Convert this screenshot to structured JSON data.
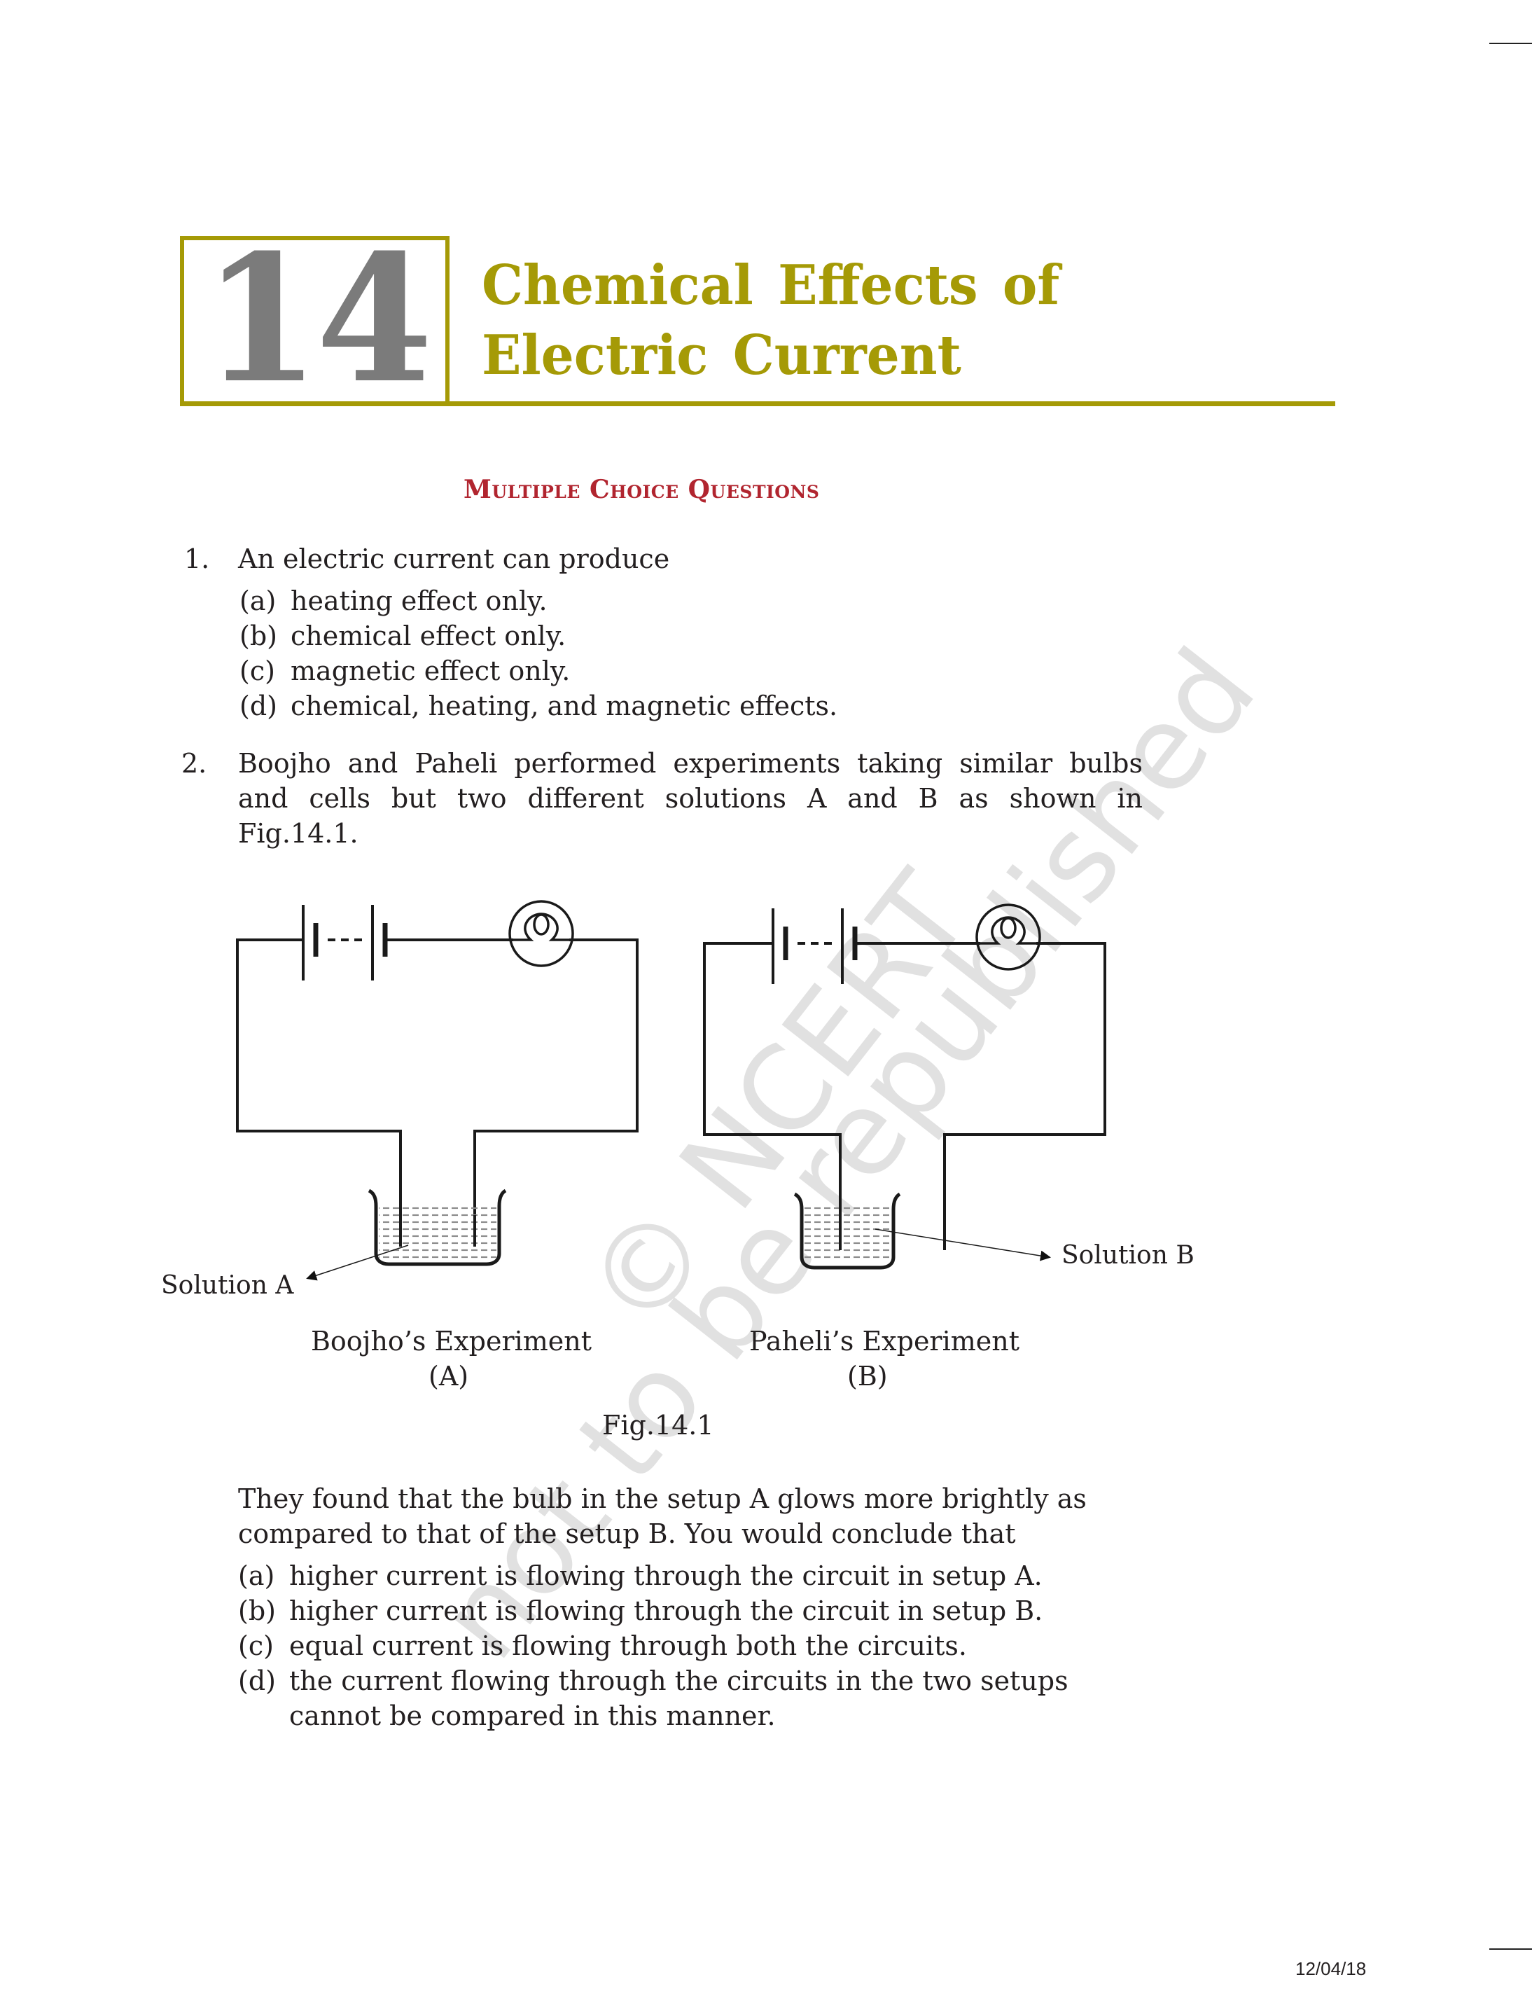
{
  "chapter": {
    "number": "14",
    "title_line1": "Chemical Effects of",
    "title_line2": "Electric Current",
    "accent_color": "#a59a06",
    "number_color": "#7b7b7b"
  },
  "section": {
    "heading": "Multiple Choice Questions",
    "heading_color": "#b1252f"
  },
  "questions": [
    {
      "number": "1.",
      "stem": "An electric current can produce",
      "options": [
        {
          "label": "(a)",
          "text": "heating effect only."
        },
        {
          "label": "(b)",
          "text": "chemical effect only."
        },
        {
          "label": "(c)",
          "text": "magnetic effect only."
        },
        {
          "label": "(d)",
          "text": "chemical, heating, and magnetic effects."
        }
      ]
    },
    {
      "number": "2.",
      "stem_lines": [
        "Boojho and Paheli performed experiments taking similar bulbs",
        "and cells but two different solutions A and B as shown in",
        "Fig.14.1."
      ],
      "figure": {
        "caption": "Fig.14.1",
        "left": {
          "title": "Boojho’s Experiment",
          "sub": "(A)",
          "solution_label": "Solution A"
        },
        "right": {
          "title": "Paheli’s Experiment",
          "sub": "(B)",
          "solution_label": "Solution B"
        }
      },
      "followup_lines": [
        "They found that the bulb in the  setup A glows more brightly as",
        "compared to that of the setup B. You would conclude that"
      ],
      "options": [
        {
          "label": "(a)",
          "text": "higher current is flowing through the circuit in setup A."
        },
        {
          "label": "(b)",
          "text": "higher current is flowing through the circuit in setup B."
        },
        {
          "label": "(c)",
          "text": "equal current is flowing through both the circuits."
        },
        {
          "label": "(d)",
          "text": "the current flowing through the circuits in the two setups",
          "text_cont": "cannot be compared in this manner."
        }
      ]
    }
  ],
  "watermark": {
    "line1": "© NCERT",
    "line2": "not to be republished"
  },
  "footer": {
    "date": "12/04/18"
  }
}
